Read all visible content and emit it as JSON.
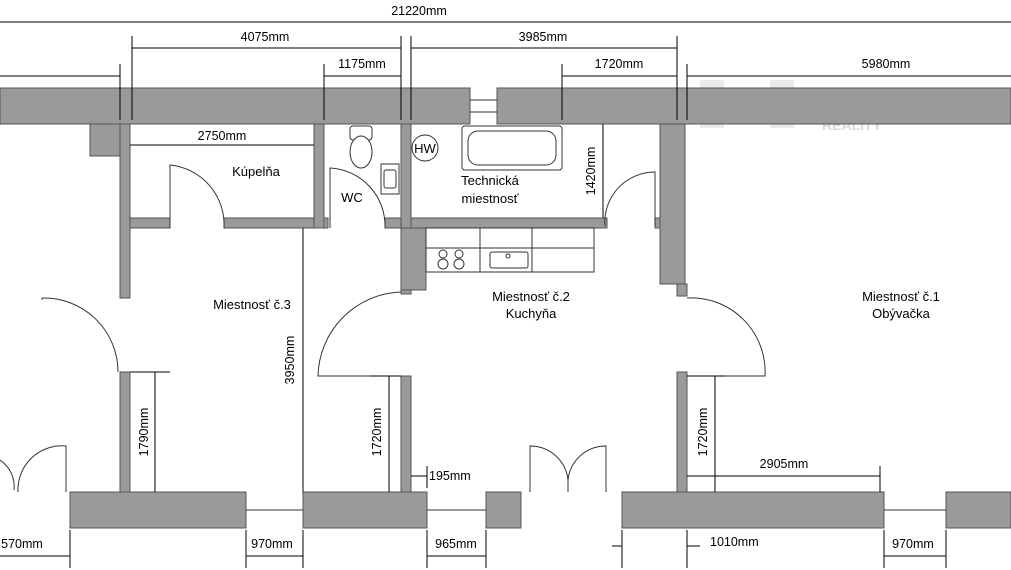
{
  "brand": {
    "name": "HERIBAN",
    "sub": "REALITY"
  },
  "rooms": {
    "kupelna": "Kúpelňa",
    "wc": "WC",
    "hw": "HW",
    "technicka_1": "Technická",
    "technicka_2": "miestnosť",
    "room3": "Miestnosť č.3",
    "room2_1": "Miestnosť č.2",
    "room2_2": "Kuchyňa",
    "room1_1": "Miestnosť č.1",
    "room1_2": "Obývačka"
  },
  "dims": {
    "total": "21220mm",
    "d4075": "4075mm",
    "d3985": "3985mm",
    "d1175": "1175mm",
    "d1720_top": "1720mm",
    "d5980": "5980mm",
    "d2750": "2750mm",
    "d1420": "1420mm",
    "d3950": "3950mm",
    "d1790": "1790mm",
    "d1720_mid": "1720mm",
    "d1720_right": "1720mm",
    "d195": "195mm",
    "d2905": "2905mm",
    "d570": "570mm",
    "d970_a": "970mm",
    "d965": "965mm",
    "d1010": "1010mm",
    "d970_b": "970mm"
  }
}
